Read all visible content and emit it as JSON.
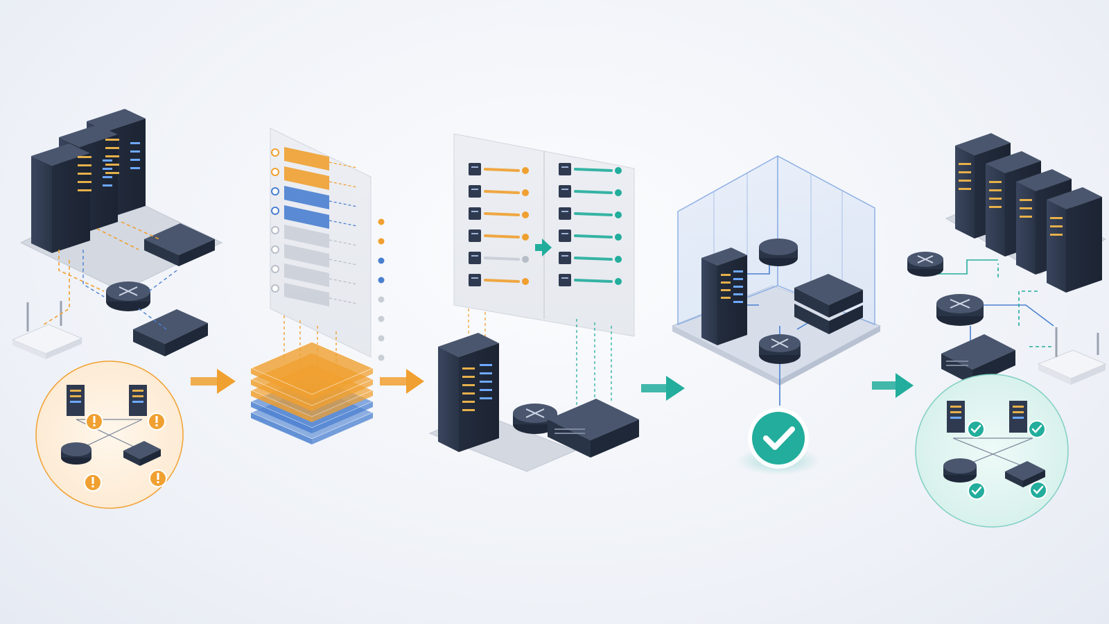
{
  "colors": {
    "orange": "#f0a030",
    "blue": "#4a7fd0",
    "teal": "#22ad9c",
    "device": "#2f3a50",
    "device_light": "#4a566e",
    "led": "#6ea8ff",
    "platform": "#cfd5df",
    "gray": "#b8bec8"
  },
  "stages": [
    {
      "name": "initial-network",
      "status": "warning",
      "status_icon": "exclamation-icon"
    },
    {
      "name": "configuration-layers",
      "status": "mapping",
      "status_icon": "none"
    },
    {
      "name": "config-comparison",
      "status": "transform",
      "status_icon": "none"
    },
    {
      "name": "isolated-test-environment",
      "status": "validated",
      "status_icon": "check-icon"
    },
    {
      "name": "final-network",
      "status": "healthy",
      "status_icon": "check-icon"
    }
  ],
  "flow_arrows": [
    {
      "from": "initial-network",
      "to": "configuration-layers",
      "color": "orange"
    },
    {
      "from": "configuration-layers",
      "to": "config-comparison",
      "color": "orange"
    },
    {
      "from": "config-comparison",
      "to": "isolated-test-environment",
      "color": "teal"
    },
    {
      "from": "isolated-test-environment",
      "to": "final-network",
      "color": "teal"
    }
  ],
  "config_panel": {
    "rows": [
      "orange",
      "orange",
      "blue",
      "blue",
      "gray",
      "gray",
      "gray",
      "gray"
    ]
  },
  "comparison_panel": {
    "left_rows": [
      "orange",
      "orange",
      "orange",
      "orange",
      "gray",
      "orange"
    ],
    "right_rows": [
      "teal",
      "teal",
      "teal",
      "teal",
      "teal",
      "teal"
    ]
  },
  "layer_stack": [
    "orange",
    "orange",
    "orange",
    "blue",
    "blue"
  ]
}
